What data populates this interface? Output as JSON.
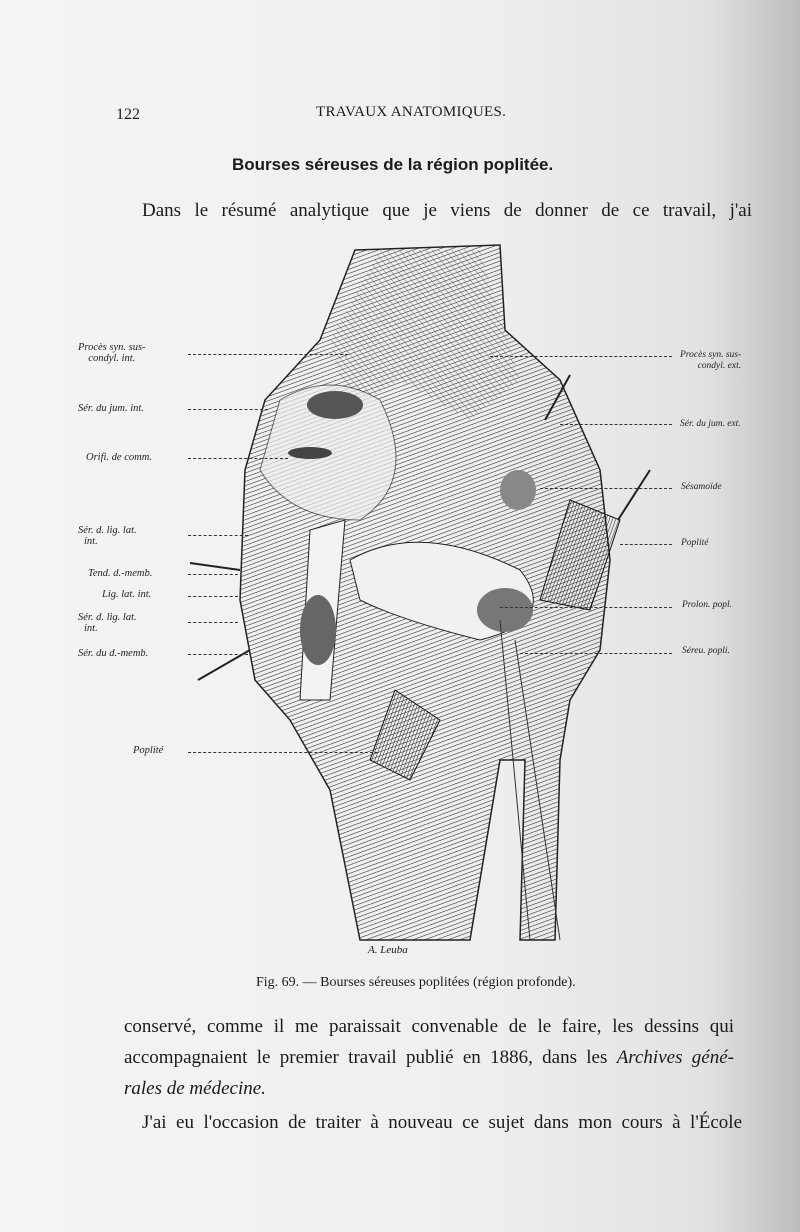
{
  "header": {
    "page_number": "122",
    "running_title": "TRAVAUX ANATOMIQUES."
  },
  "section_title": "Bourses séreuses de la région poplitée.",
  "intro_line": "Dans le résumé analytique que je viens de donner de ce travail, j'ai",
  "figure": {
    "labels_left": [
      "Procès syn. sus-",
      "condyl. int.",
      "Sér. du jum. int.",
      "Orifi. de comm.",
      "Sér. d. lig. lat.",
      "int.",
      "Tend. d.-memb.",
      "Lig. lat. int.",
      "Sér. d. lig. lat.",
      "int.",
      "Sér. du d.-memb.",
      "Poplité"
    ],
    "labels_right": [
      "Procès syn. sus-",
      "condyl. ext.",
      "Sér. du jum. ext.",
      "Sésamoïde",
      "Poplité",
      "Prolon. popl.",
      "Séreu. popli."
    ],
    "signature": "A. Leuba",
    "caption": "Fig. 69. — Bourses séreuses poplitées (région profonde)."
  },
  "body_lines": [
    "conservé, comme il me paraissait convenable de le faire, les dessins qui",
    "accompagnaient le premier travail publié en 1886, dans les ",
    "Archives géné-",
    "rales de médecine.",
    "J'ai eu l'occasion de traiter à nouveau ce sujet dans mon cours à l'École"
  ]
}
